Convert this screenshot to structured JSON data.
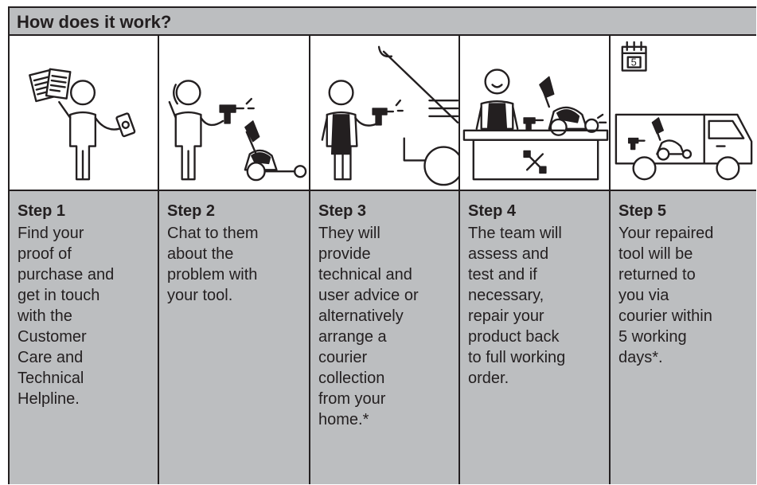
{
  "header": {
    "title": "How does it work?"
  },
  "steps": [
    {
      "title": "Step 1",
      "body": "Find your\nproof of\npurchase and\nget in touch\nwith the\nCustomer\nCare and\nTechnical\nHelpline."
    },
    {
      "title": "Step 2",
      "body": "Chat to them\nabout the\nproblem with\nyour tool."
    },
    {
      "title": "Step 3",
      "body": "They will\nprovide\ntechnical and\nuser advice or\nalternatively\narrange a\ncourier\ncollection\nfrom your\nhome.*"
    },
    {
      "title": "Step 4",
      "body": "The team will\nassess and\ntest and if\nnecessary,\nrepair your\nproduct back\nto full working\norder."
    },
    {
      "title": "Step 5",
      "body": "Your repaired\ntool will be\nreturned to\nyou via\ncourier within\n5 working\ndays*."
    }
  ],
  "calendar": {
    "day": "5"
  },
  "colors": {
    "panel": "#bcbec0",
    "ink": "#231f20",
    "background": "#ffffff"
  }
}
